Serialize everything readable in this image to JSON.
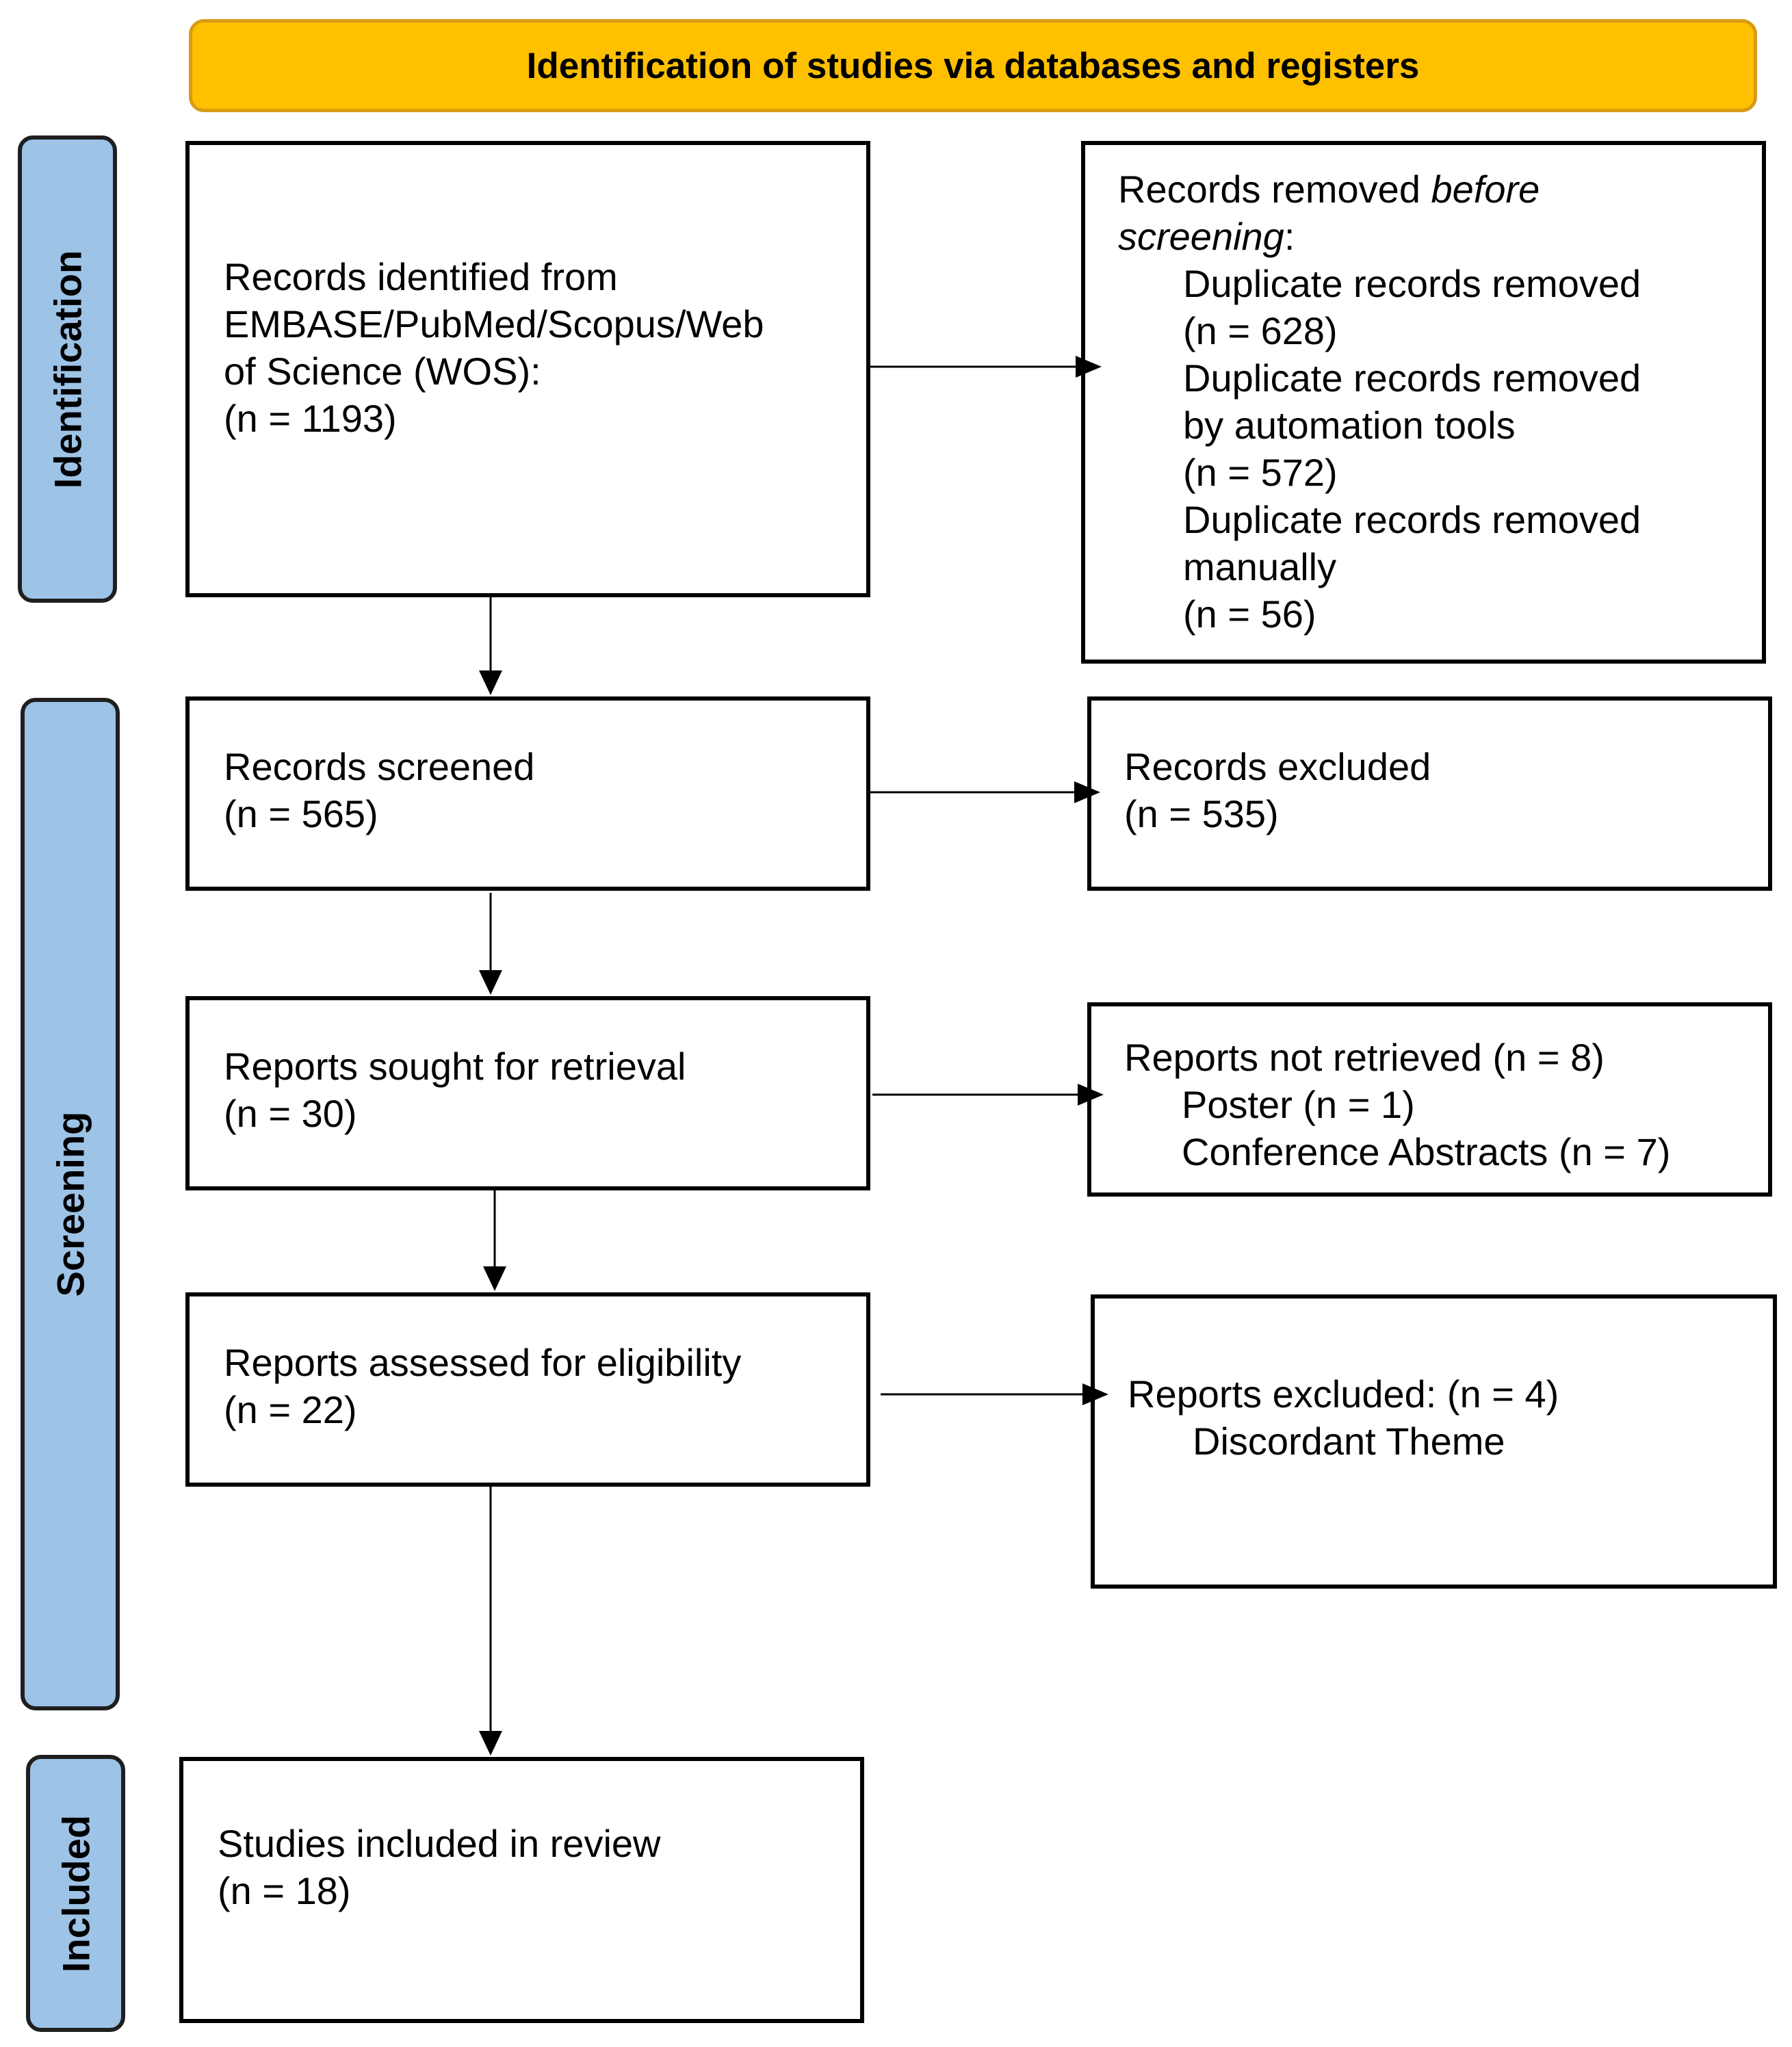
{
  "header": {
    "title": "Identification of studies via databases and registers"
  },
  "stages": {
    "identification": "Identification",
    "screening": "Screening",
    "included": "Included"
  },
  "boxes": {
    "identified": {
      "lines": [
        "Records identified from",
        "EMBASE/PubMed/Scopus/Web",
        "of Science (WOS):",
        "(n = 1193)"
      ]
    },
    "removed": {
      "title_pre": "Records removed ",
      "title_em1": "before",
      "title_em2": "screening",
      "title_post": ":",
      "items": [
        "Duplicate records removed",
        "(n = 628)",
        "Duplicate records removed",
        "by automation tools",
        "(n = 572)",
        "Duplicate records removed",
        "manually",
        "(n = 56)"
      ]
    },
    "screened": {
      "lines": [
        "Records screened",
        "(n = 565)"
      ]
    },
    "excluded": {
      "lines": [
        "Records excluded",
        "(n = 535)"
      ]
    },
    "sought": {
      "lines": [
        "Reports sought for retrieval",
        "(n = 30)"
      ]
    },
    "not_retrieved": {
      "title": "Reports not retrieved (n = 8)",
      "items": [
        "Poster (n = 1)",
        "Conference Abstracts (n = 7)"
      ]
    },
    "assessed": {
      "lines": [
        "Reports assessed for eligibility",
        "(n = 22)"
      ]
    },
    "reports_excluded": {
      "title": "Reports excluded: (n = 4)",
      "items": [
        "Discordant Theme"
      ]
    },
    "included": {
      "lines": [
        "Studies included in review",
        "(n = 18)"
      ]
    }
  },
  "colors": {
    "banner_fill": "#FFC000",
    "banner_border": "#D99A14",
    "stage_fill": "#9DC3E6",
    "box_border": "#000000"
  }
}
